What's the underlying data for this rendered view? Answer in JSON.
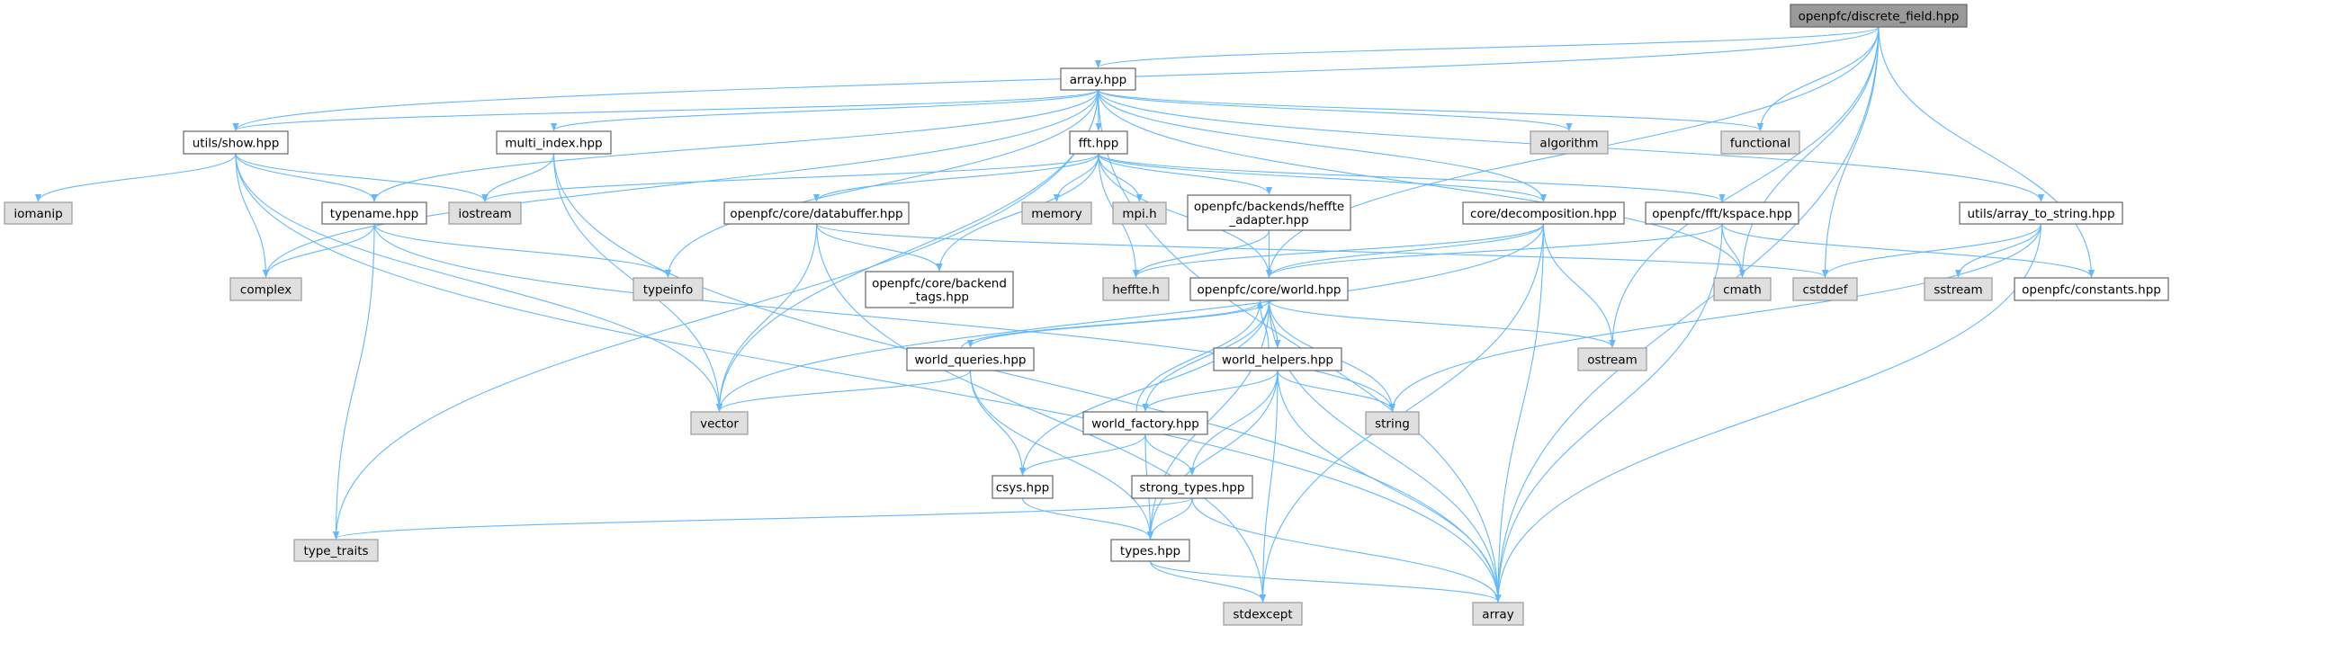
{
  "title": "openpfc/discrete_field.hpp include dependency graph",
  "colors": {
    "edge": "#63b8ff",
    "root_fill": "#999999",
    "system_fill": "#dfdfdf",
    "system_stroke": "#999999",
    "local_fill": "#ffffff",
    "local_stroke": "#666666"
  },
  "nodes": [
    {
      "id": "root",
      "lines": [
        "openpfc/discrete_field.hpp"
      ],
      "kind": "root"
    },
    {
      "id": "array_hpp",
      "lines": [
        "array.hpp"
      ],
      "kind": "local"
    },
    {
      "id": "show",
      "lines": [
        "utils/show.hpp"
      ],
      "kind": "local"
    },
    {
      "id": "multi",
      "lines": [
        "multi_index.hpp"
      ],
      "kind": "local"
    },
    {
      "id": "fft",
      "lines": [
        "fft.hpp"
      ],
      "kind": "local"
    },
    {
      "id": "algorithm",
      "lines": [
        "algorithm"
      ],
      "kind": "system"
    },
    {
      "id": "functional",
      "lines": [
        "functional"
      ],
      "kind": "system"
    },
    {
      "id": "iomanip",
      "lines": [
        "iomanip"
      ],
      "kind": "system"
    },
    {
      "id": "typename",
      "lines": [
        "typename.hpp"
      ],
      "kind": "local"
    },
    {
      "id": "iostream",
      "lines": [
        "iostream"
      ],
      "kind": "system"
    },
    {
      "id": "databuffer",
      "lines": [
        "openpfc/core/databuffer.hpp"
      ],
      "kind": "local"
    },
    {
      "id": "memory",
      "lines": [
        "memory"
      ],
      "kind": "system"
    },
    {
      "id": "mpih",
      "lines": [
        "mpi.h"
      ],
      "kind": "system"
    },
    {
      "id": "adapter",
      "lines": [
        "openpfc/backends/heffte",
        "_adapter.hpp"
      ],
      "kind": "local"
    },
    {
      "id": "decomp",
      "lines": [
        "core/decomposition.hpp"
      ],
      "kind": "local"
    },
    {
      "id": "kspace",
      "lines": [
        "openpfc/fft/kspace.hpp"
      ],
      "kind": "local"
    },
    {
      "id": "a2s",
      "lines": [
        "utils/array_to_string.hpp"
      ],
      "kind": "local"
    },
    {
      "id": "complex",
      "lines": [
        "complex"
      ],
      "kind": "system"
    },
    {
      "id": "typeinfo",
      "lines": [
        "typeinfo"
      ],
      "kind": "system"
    },
    {
      "id": "tags",
      "lines": [
        "openpfc/core/backend",
        "_tags.hpp"
      ],
      "kind": "local"
    },
    {
      "id": "heffte",
      "lines": [
        "heffte.h"
      ],
      "kind": "system"
    },
    {
      "id": "world",
      "lines": [
        "openpfc/core/world.hpp"
      ],
      "kind": "local"
    },
    {
      "id": "cmath",
      "lines": [
        "cmath"
      ],
      "kind": "system"
    },
    {
      "id": "cstddef",
      "lines": [
        "cstddef"
      ],
      "kind": "system"
    },
    {
      "id": "sstream",
      "lines": [
        "sstream"
      ],
      "kind": "system"
    },
    {
      "id": "constants",
      "lines": [
        "openpfc/constants.hpp"
      ],
      "kind": "local"
    },
    {
      "id": "queries",
      "lines": [
        "world_queries.hpp"
      ],
      "kind": "local"
    },
    {
      "id": "helpers",
      "lines": [
        "world_helpers.hpp"
      ],
      "kind": "local"
    },
    {
      "id": "ostream",
      "lines": [
        "ostream"
      ],
      "kind": "system"
    },
    {
      "id": "vector",
      "lines": [
        "vector"
      ],
      "kind": "system"
    },
    {
      "id": "factory",
      "lines": [
        "world_factory.hpp"
      ],
      "kind": "local"
    },
    {
      "id": "string",
      "lines": [
        "string"
      ],
      "kind": "system"
    },
    {
      "id": "csys",
      "lines": [
        "csys.hpp"
      ],
      "kind": "local"
    },
    {
      "id": "strong",
      "lines": [
        "strong_types.hpp"
      ],
      "kind": "local"
    },
    {
      "id": "type_traits",
      "lines": [
        "type_traits"
      ],
      "kind": "system"
    },
    {
      "id": "types",
      "lines": [
        "types.hpp"
      ],
      "kind": "local"
    },
    {
      "id": "stdexcept",
      "lines": [
        "stdexcept"
      ],
      "kind": "system"
    },
    {
      "id": "array",
      "lines": [
        "array"
      ],
      "kind": "system"
    }
  ],
  "edges": [
    [
      "root",
      "array_hpp"
    ],
    [
      "root",
      "show"
    ],
    [
      "root",
      "functional"
    ],
    [
      "root",
      "world"
    ],
    [
      "root",
      "cmath"
    ],
    [
      "root",
      "cstddef"
    ],
    [
      "root",
      "constants"
    ],
    [
      "root",
      "ostream"
    ],
    [
      "root",
      "array"
    ],
    [
      "array_hpp",
      "show"
    ],
    [
      "array_hpp",
      "multi"
    ],
    [
      "array_hpp",
      "typename"
    ],
    [
      "array_hpp",
      "complex"
    ],
    [
      "array_hpp",
      "typeinfo"
    ],
    [
      "array_hpp",
      "vector"
    ],
    [
      "array_hpp",
      "fft"
    ],
    [
      "array_hpp",
      "algorithm"
    ],
    [
      "array_hpp",
      "functional"
    ],
    [
      "array_hpp",
      "decomp"
    ],
    [
      "array_hpp",
      "a2s"
    ],
    [
      "array_hpp",
      "cmath"
    ],
    [
      "array_hpp",
      "array"
    ],
    [
      "array_hpp",
      "type_traits"
    ],
    [
      "show",
      "iomanip"
    ],
    [
      "show",
      "iostream"
    ],
    [
      "show",
      "typename"
    ],
    [
      "show",
      "complex"
    ],
    [
      "show",
      "vector"
    ],
    [
      "show",
      "array"
    ],
    [
      "multi",
      "iostream"
    ],
    [
      "multi",
      "vector"
    ],
    [
      "multi",
      "array"
    ],
    [
      "typename",
      "complex"
    ],
    [
      "typename",
      "type_traits"
    ],
    [
      "typename",
      "typeinfo"
    ],
    [
      "typename",
      "string"
    ],
    [
      "fft",
      "iostream"
    ],
    [
      "fft",
      "databuffer"
    ],
    [
      "fft",
      "tags"
    ],
    [
      "fft",
      "memory"
    ],
    [
      "fft",
      "mpih"
    ],
    [
      "fft",
      "adapter"
    ],
    [
      "fft",
      "heffte"
    ],
    [
      "fft",
      "world"
    ],
    [
      "fft",
      "decomp"
    ],
    [
      "fft",
      "kspace"
    ],
    [
      "databuffer",
      "tags"
    ],
    [
      "databuffer",
      "vector"
    ],
    [
      "databuffer",
      "stdexcept"
    ],
    [
      "databuffer",
      "cstddef"
    ],
    [
      "adapter",
      "heffte"
    ],
    [
      "adapter",
      "world"
    ],
    [
      "decomp",
      "heffte"
    ],
    [
      "decomp",
      "world"
    ],
    [
      "decomp",
      "vector"
    ],
    [
      "decomp",
      "ostream"
    ],
    [
      "decomp",
      "array"
    ],
    [
      "decomp",
      "stdexcept"
    ],
    [
      "kspace",
      "world"
    ],
    [
      "kspace",
      "cmath"
    ],
    [
      "kspace",
      "array"
    ],
    [
      "kspace",
      "constants"
    ],
    [
      "a2s",
      "cstddef"
    ],
    [
      "a2s",
      "sstream"
    ],
    [
      "a2s",
      "string"
    ],
    [
      "a2s",
      "array"
    ],
    [
      "world",
      "queries"
    ],
    [
      "world",
      "helpers"
    ],
    [
      "world",
      "factory"
    ],
    [
      "world",
      "csys"
    ],
    [
      "world",
      "types"
    ],
    [
      "world",
      "ostream"
    ],
    [
      "world",
      "array"
    ],
    [
      "world",
      "string"
    ],
    [
      "queries",
      "world"
    ],
    [
      "queries",
      "vector"
    ],
    [
      "queries",
      "csys"
    ],
    [
      "queries",
      "types"
    ],
    [
      "helpers",
      "world"
    ],
    [
      "helpers",
      "factory"
    ],
    [
      "helpers",
      "string"
    ],
    [
      "helpers",
      "strong"
    ],
    [
      "helpers",
      "types"
    ],
    [
      "helpers",
      "stdexcept"
    ],
    [
      "helpers",
      "array"
    ],
    [
      "factory",
      "world"
    ],
    [
      "factory",
      "csys"
    ],
    [
      "factory",
      "strong"
    ],
    [
      "factory",
      "types"
    ],
    [
      "csys",
      "types"
    ],
    [
      "strong",
      "types"
    ],
    [
      "strong",
      "type_traits"
    ],
    [
      "strong",
      "array"
    ],
    [
      "types",
      "stdexcept"
    ],
    [
      "types",
      "array"
    ]
  ]
}
